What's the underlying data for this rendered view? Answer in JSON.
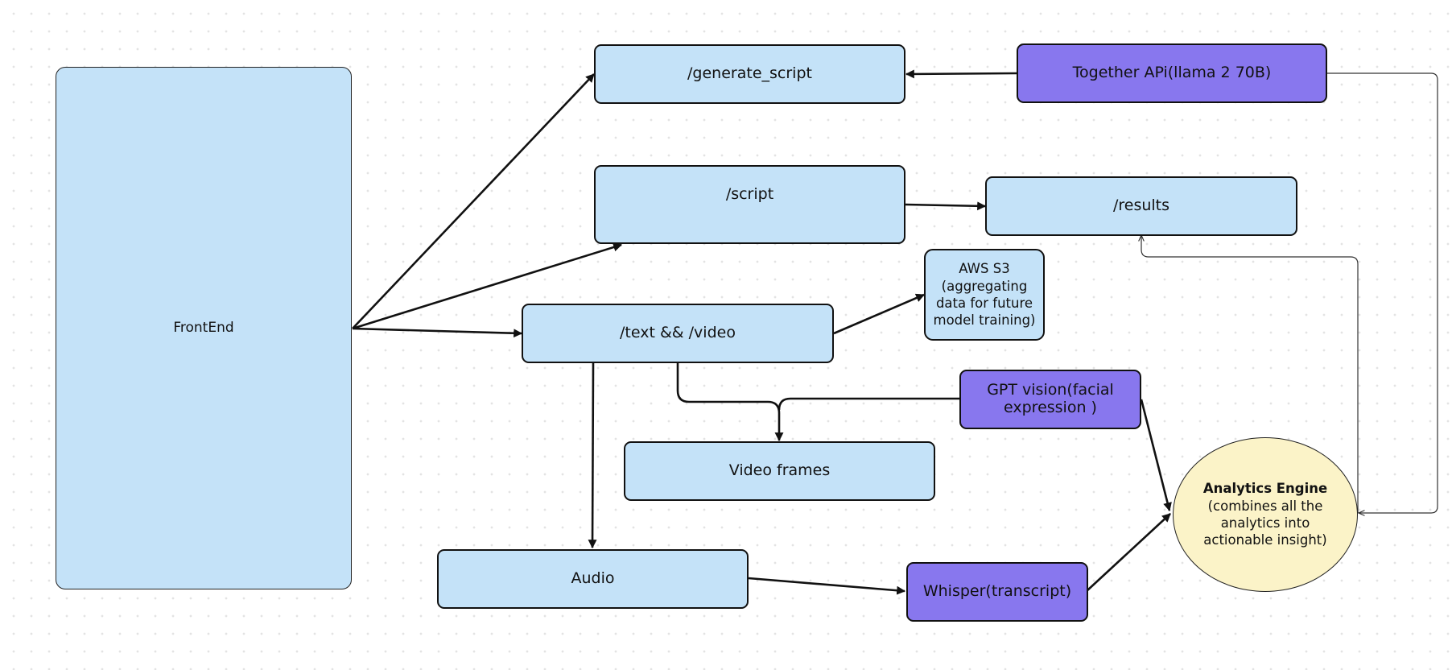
{
  "nodes": {
    "frontend": "FrontEnd",
    "generate_script": "/generate_script",
    "together_api": "Together APi(llama 2 70B)",
    "script": "/script",
    "results": "/results",
    "text_video": "/text && /video",
    "aws_s3": {
      "line1": "AWS S3",
      "line2": "(aggregating",
      "line3": "data for future",
      "line4": "model training)"
    },
    "gpt_vision": {
      "line1": "GPT vision(facial",
      "line2": "expression )"
    },
    "video_frames": "Video frames",
    "audio": "Audio",
    "whisper": "Whisper(transcript)",
    "analytics_engine": {
      "title": "Analytics Engine",
      "line1": "(combines all the",
      "line2": "analytics into",
      "line3": "actionable insight)"
    }
  },
  "colors": {
    "light_blue": "#c4e2f8",
    "purple": "#8877ee",
    "pale_yellow": "#fbf3c8",
    "stroke": "#111111"
  }
}
